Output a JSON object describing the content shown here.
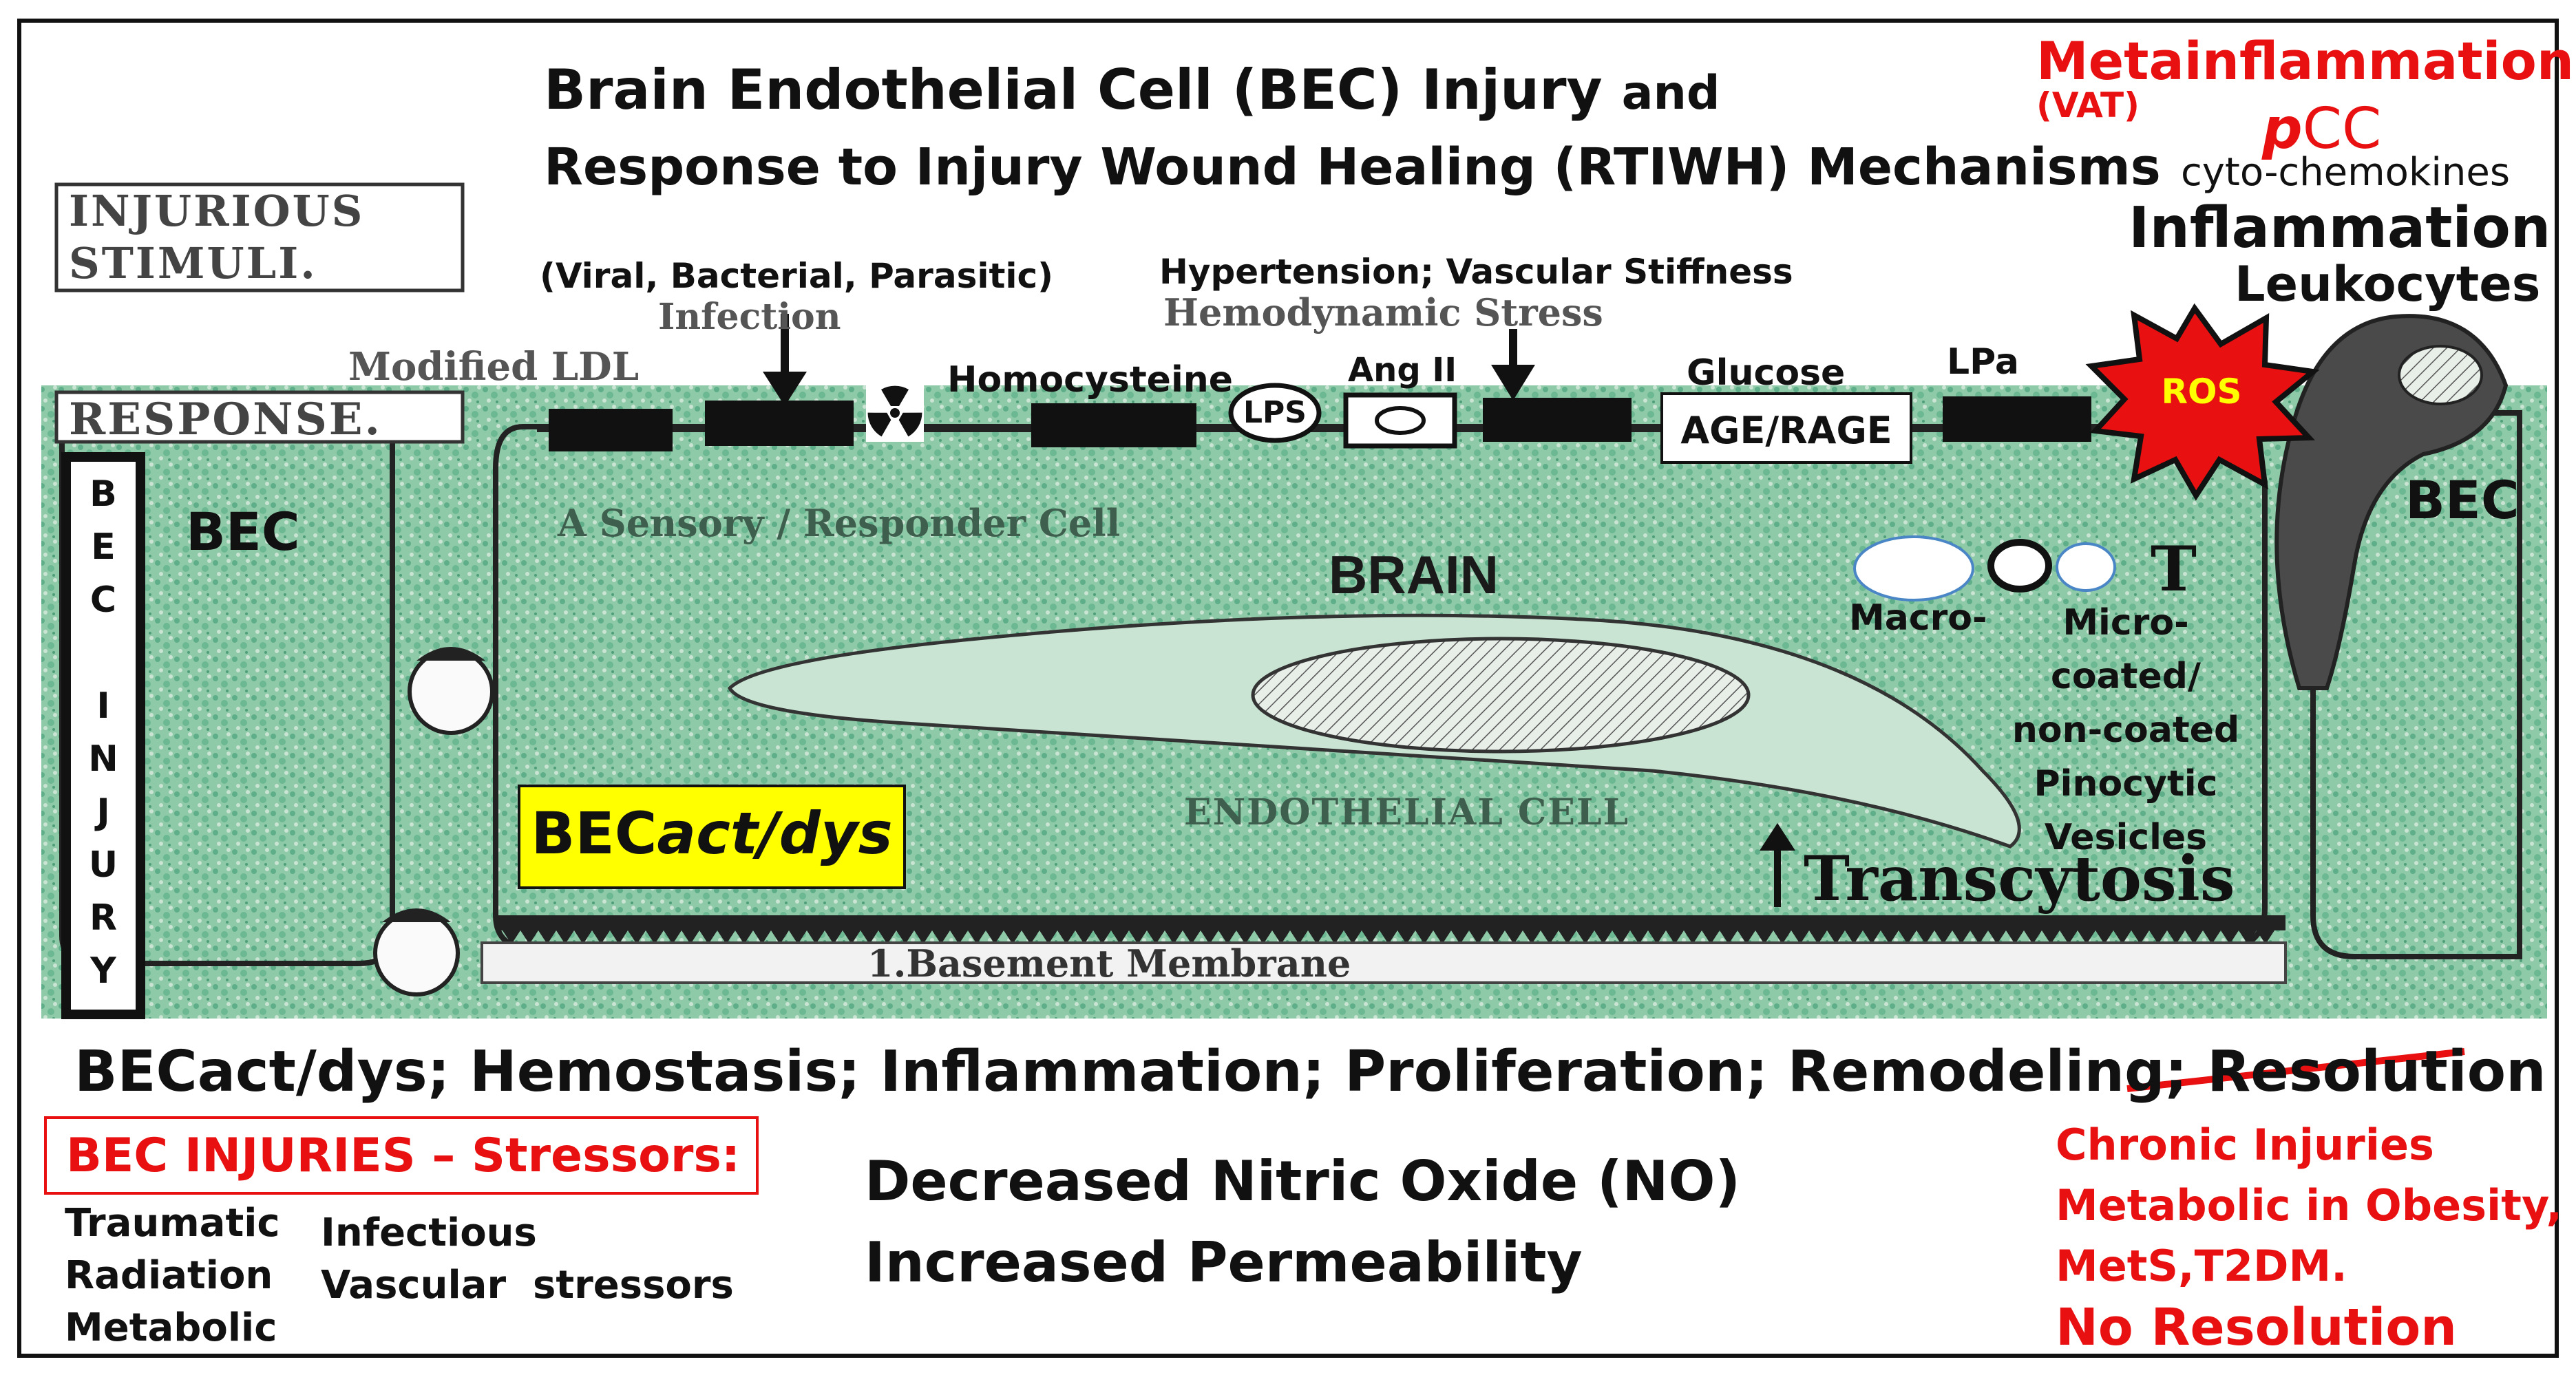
{
  "title": {
    "line1_bold": "Brain Endothelial Cell (BEC) Injury",
    "line1_and": "and",
    "line2": "Response to Injury Wound Healing (RTIWH) Mechanisms"
  },
  "left_labels": {
    "injurious": "INJURIOUS",
    "stimuli": "STIMULI.",
    "response": "RESPONSE.",
    "bec_injury_letters": [
      "B",
      "E",
      "C",
      "",
      "I",
      "N",
      "J",
      "U",
      "R",
      "Y"
    ]
  },
  "stimuli": {
    "modified_ldl": "Modified LDL",
    "infection_types": "(Viral, Bacterial, Parasitic)",
    "infection": "Infection",
    "hypertension": "Hypertension; Vascular Stiffness",
    "hemodynamic": "Hemodynamic Stress",
    "homocysteine": "Homocysteine",
    "lps": "LPS",
    "ang_ii": "Ang II",
    "glucose": "Glucose",
    "age_rage": "AGE/RAGE",
    "lpa": "LPa",
    "ros": "ROS"
  },
  "cell": {
    "bec_left": "BEC",
    "bec_right": "BEC",
    "sensory": "A Sensory / Responder Cell",
    "brain": "BRAIN",
    "endothelial": "ENDOTHELIAL CELL",
    "basement": "1.Basement Membrane",
    "becact_prefix": "BEC",
    "becact_italic": "act/dys",
    "transcytosis": "Transcytosis",
    "vesicle_t": "T",
    "macro": "Macro-",
    "micro_lines": [
      "Micro-",
      "coated/",
      "non-coated",
      "Pinocytic",
      "Vesicles"
    ]
  },
  "top_right": {
    "metainflammation": "Metainflammation",
    "vat": "(VAT)",
    "pcc_p": "p",
    "pcc_cc": "CC",
    "cyto": "cyto-chemokines",
    "inflammation": "Inflammation",
    "leukocytes": "Leukocytes"
  },
  "bottom": {
    "response_line_prefix": "BECact/dys; Hemostasis; Inflammation; Proliferation; Remodeling;",
    "resolution": "Resolution",
    "stressors_title": "BEC INJURIES – Stressors:",
    "stressors_col1": [
      "Traumatic",
      "Radiation",
      "Metabolic"
    ],
    "stressors_col2": [
      "Infectious",
      "Vascular  stressors"
    ],
    "no_decreased": "Decreased Nitric Oxide (NO)",
    "permeability": "Increased Permeability",
    "chronic": [
      "Chronic Injuries",
      "Metabolic in Obesity,",
      "MetS,T2DM."
    ],
    "no_resolution": "No Resolution"
  },
  "colors": {
    "cell_green": "#5fae8a",
    "cell_light": "#c9e4d3",
    "highlight_yellow": "#ffff00",
    "ros_red": "#e81010",
    "ros_text": "#ffff00",
    "accent_red": "#e81010"
  },
  "icons": {
    "radiation": "radiation-icon",
    "arrow_down": "arrow-down-icon",
    "arrow_up": "arrow-up-icon",
    "starburst": "starburst-icon"
  }
}
